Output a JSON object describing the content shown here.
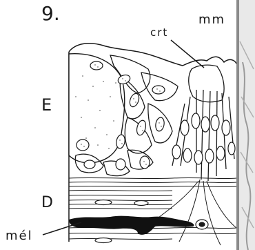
{
  "figure": {
    "number": "9.",
    "labels": {
      "mm": "mm",
      "crt": "crt",
      "epidermis": "E",
      "dermis": "D",
      "melanophore": "mél"
    }
  },
  "colors": {
    "ink": "#1a1a1a",
    "paper": "#ffffff",
    "right_panel": "#d8d8d8"
  }
}
